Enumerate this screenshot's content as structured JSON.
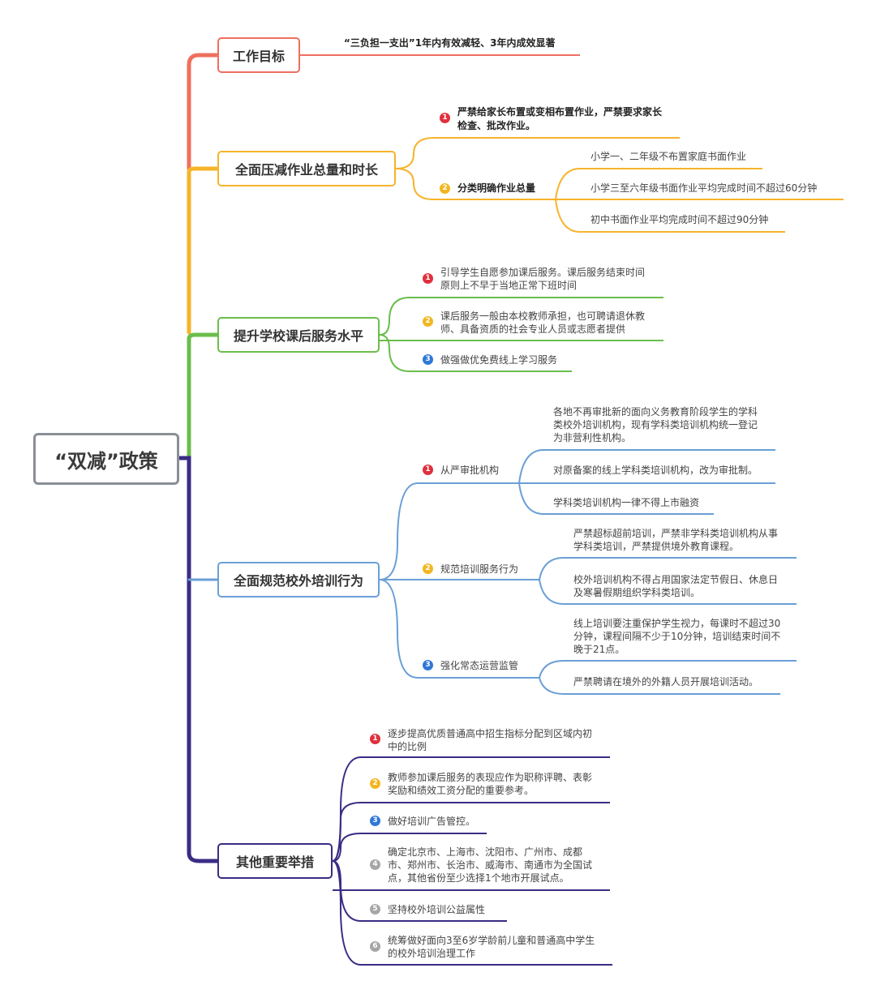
{
  "root": "“双减”政策",
  "colors": {
    "red": "#ef6f5f",
    "orange": "#f6b42a",
    "green": "#6bbd4c",
    "blue": "#6a9fd6",
    "purple": "#3b2c85",
    "root_border": "#8a8f96"
  },
  "b1": {
    "title": "工作目标",
    "goal": "“三负担一支出”1年内有效减轻、3年内成效显著"
  },
  "b2": {
    "title": "全面压减作业总量和时长",
    "i1": "严禁给家长布置或变相布置作业，严禁要求家长",
    "i1b": "检查、批改作业。",
    "i2": "分类明确作业总量",
    "s1": "小学一、二年级不布置家庭书面作业",
    "s2": "小学三至六年级书面作业平均完成时间不超过60分钟",
    "s3": "初中书面作业平均完成时间不超过90分钟"
  },
  "b3": {
    "title": "提升学校课后服务水平",
    "i1a": "引导学生自愿参加课后服务。课后服务结束时间",
    "i1b": "原则上不早于当地正常下班时间",
    "i2a": "课后服务一般由本校教师承担，也可聘请退休教",
    "i2b": "师、具备资质的社会专业人员或志愿者提供",
    "i3": "做强做优免费线上学习服务"
  },
  "b4": {
    "title": "全面规范校外培训行为",
    "g1": "从严审批机构",
    "g1a1": "各地不再审批新的面向义务教育阶段学生的学科",
    "g1a2": "类校外培训机构，现有学科类培训机构统一登记",
    "g1a3": "为非营利性机构。",
    "g1b": "对原备案的线上学科类培训机构，改为审批制。",
    "g1c": "学科类培训机构一律不得上市融资",
    "g2": "规范培训服务行为",
    "g2a1": "严禁超标超前培训，严禁非学科类培训机构从事",
    "g2a2": "学科类培训，严禁提供境外教育课程。",
    "g2b1": "校外培训机构不得占用国家法定节假日、休息日",
    "g2b2": "及寒暑假期组织学科类培训。",
    "g3": "强化常态运营监管",
    "g3a1": "线上培训要注重保护学生视力，每课时不超过30",
    "g3a2": "分钟，课程间隔不少于10分钟，培训结束时间不",
    "g3a3": "晚于21点。",
    "g3b": "严禁聘请在境外的外籍人员开展培训活动。"
  },
  "b5": {
    "title": "其他重要举措",
    "i1a": "逐步提高优质普通高中招生指标分配到区域内初",
    "i1b": "中的比例",
    "i2a": "教师参加课后服务的表现应作为职称评聘、表彰",
    "i2b": "奖励和绩效工资分配的重要参考。",
    "i3": "做好培训广告管控。",
    "i4a": "确定北京市、上海市、沈阳市、广州市、成都",
    "i4b": "市、郑州市、长治市、威海市、南通市为全国试",
    "i4c": "点，其他省份至少选择1个地市开展试点。",
    "i5": "坚持校外培训公益属性",
    "i6a": "统筹做好面向3至6岁学龄前儿童和普通高中学生",
    "i6b": "的校外培训治理工作"
  },
  "badges": {
    "n1": "1",
    "n2": "2",
    "n3": "3",
    "n4": "4",
    "n5": "5",
    "n6": "6"
  }
}
